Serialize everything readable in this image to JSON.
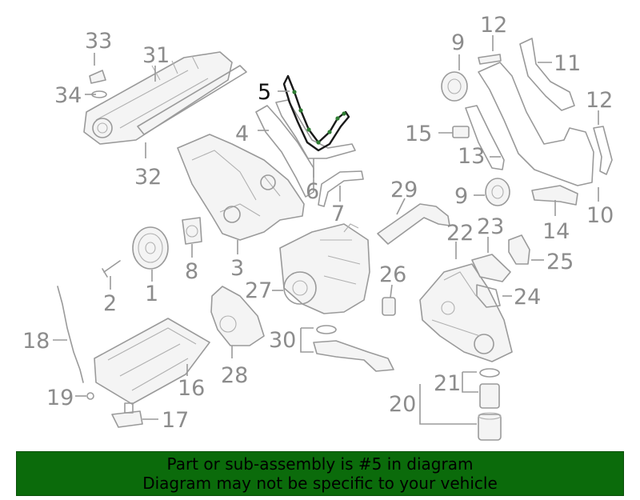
{
  "banner": {
    "line1": "Part or sub-assembly is #5 in diagram",
    "line2": "Diagram may not be specific to your vehicle"
  },
  "highlighted_part": "5",
  "colors": {
    "banner_bg": "#0b6b0b",
    "highlight_dots": "#2e7d32",
    "parts": "#9a9a9a"
  },
  "callouts": [
    "1",
    "2",
    "3",
    "4",
    "5",
    "6",
    "7",
    "8",
    "9",
    "9",
    "10",
    "11",
    "12",
    "12",
    "13",
    "14",
    "15",
    "16",
    "17",
    "18",
    "19",
    "20",
    "21",
    "22",
    "23",
    "24",
    "25",
    "26",
    "27",
    "28",
    "29",
    "30",
    "31",
    "32",
    "33",
    "34"
  ]
}
